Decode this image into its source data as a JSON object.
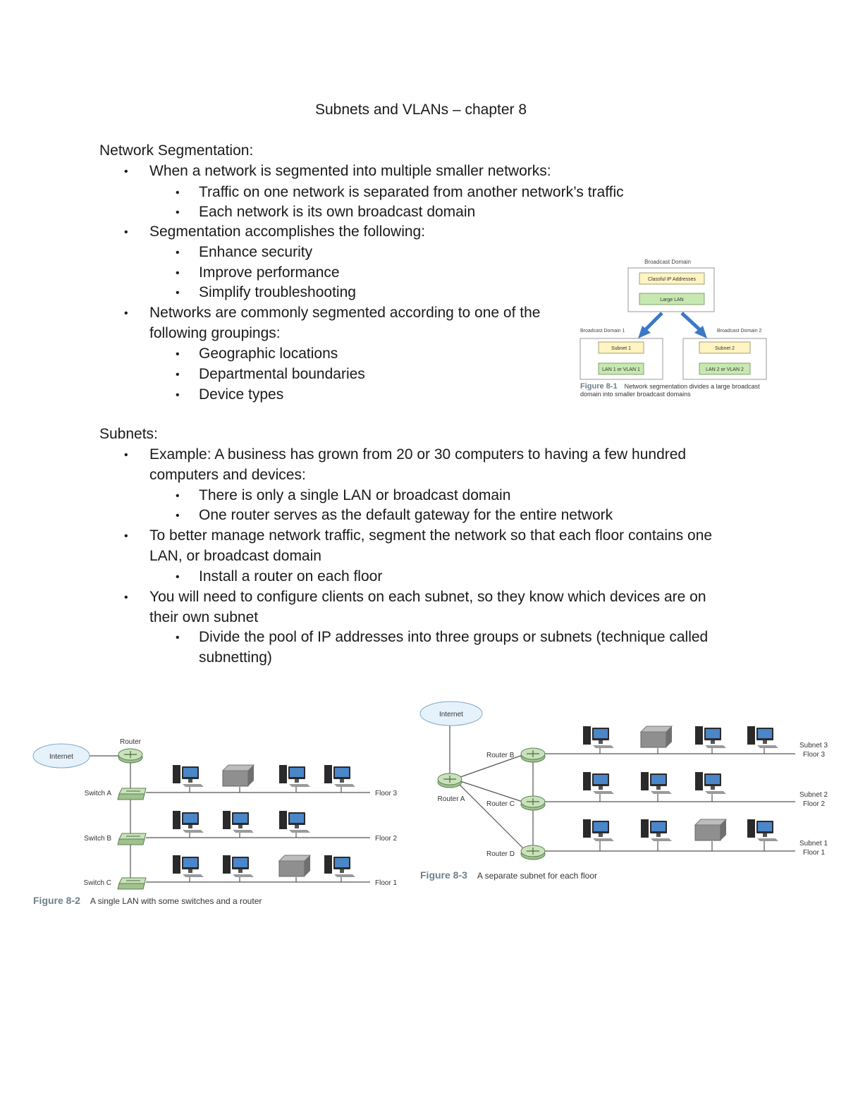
{
  "title": "Subnets and VLANs – chapter 8",
  "segmentation": {
    "heading": "Network Segmentation:",
    "bullets": [
      {
        "lines": [
          "When a network is segmented into multiple smaller networks:"
        ],
        "sub": [
          "Traffic on one network is separated from another network’s traffic",
          "Each network is its own broadcast domain"
        ]
      },
      {
        "lines": [
          "Segmentation accomplishes the following:"
        ],
        "sub": [
          "Enhance security",
          "Improve performance",
          "Simplify troubleshooting"
        ]
      },
      {
        "lines": [
          "Networks are commonly segmented according to one of the",
          "following groupings:"
        ],
        "sub": [
          "Geographic locations",
          "Departmental boundaries",
          "Device types"
        ]
      }
    ]
  },
  "subnets": {
    "heading": "Subnets:",
    "bullets": [
      {
        "lines": [
          "Example: A business has grown from 20 or 30 computers to having a few hundred",
          "computers and devices:"
        ],
        "sub": [
          [
            "There is only a single LAN or broadcast domain"
          ],
          [
            "One router serves as the default gateway for the entire network"
          ]
        ]
      },
      {
        "lines": [
          "To better manage network traffic, segment the network so that each floor contains one",
          "LAN, or broadcast domain"
        ],
        "sub": [
          [
            "Install a router on each floor"
          ]
        ]
      },
      {
        "lines": [
          "You will need to configure clients on each subnet, so they know which devices are on",
          "their own subnet"
        ],
        "sub": [
          [
            "Divide the pool of IP addresses into three groups or subnets (technique called",
            "subnetting)"
          ]
        ]
      }
    ]
  },
  "figure_8_1": {
    "top_label": "Broadcast Domain",
    "box1": "Classful IP Addresses",
    "box2": "Large LAN",
    "left_label": "Broadcast Domain 1",
    "right_label": "Broadcast Domain 2",
    "left_subnet": "Subnet 1",
    "left_lan": "LAN 1 or VLAN 1",
    "right_subnet": "Subnet 2",
    "right_lan": "LAN 2 or VLAN 2",
    "caption_num": "Figure 8-1",
    "caption_line1": "Network segmentation divides a large broadcast",
    "caption_line2": "domain into smaller broadcast domains",
    "colors": {
      "yellow_box": "#fff4c2",
      "green_box": "#c7e8b0",
      "arrow": "#3b78c7"
    }
  },
  "figure_8_2": {
    "internet": "Internet",
    "router": "Router",
    "switches": [
      "Switch A",
      "Switch B",
      "Switch C"
    ],
    "floors": [
      "Floor 3",
      "Floor 2",
      "Floor 1"
    ],
    "caption_num": "Figure 8-2",
    "caption_text": "A single LAN with some switches and a router"
  },
  "figure_8_3": {
    "internet": "Internet",
    "routers": [
      "Router A",
      "Router B",
      "Router C",
      "Router D"
    ],
    "subnets": [
      "Subnet 3",
      "Subnet 2",
      "Subnet 1"
    ],
    "floors": [
      "Floor 3",
      "Floor 2",
      "Floor 1"
    ],
    "caption_num": "Figure 8-3",
    "caption_text": "A separate subnet for each floor"
  }
}
